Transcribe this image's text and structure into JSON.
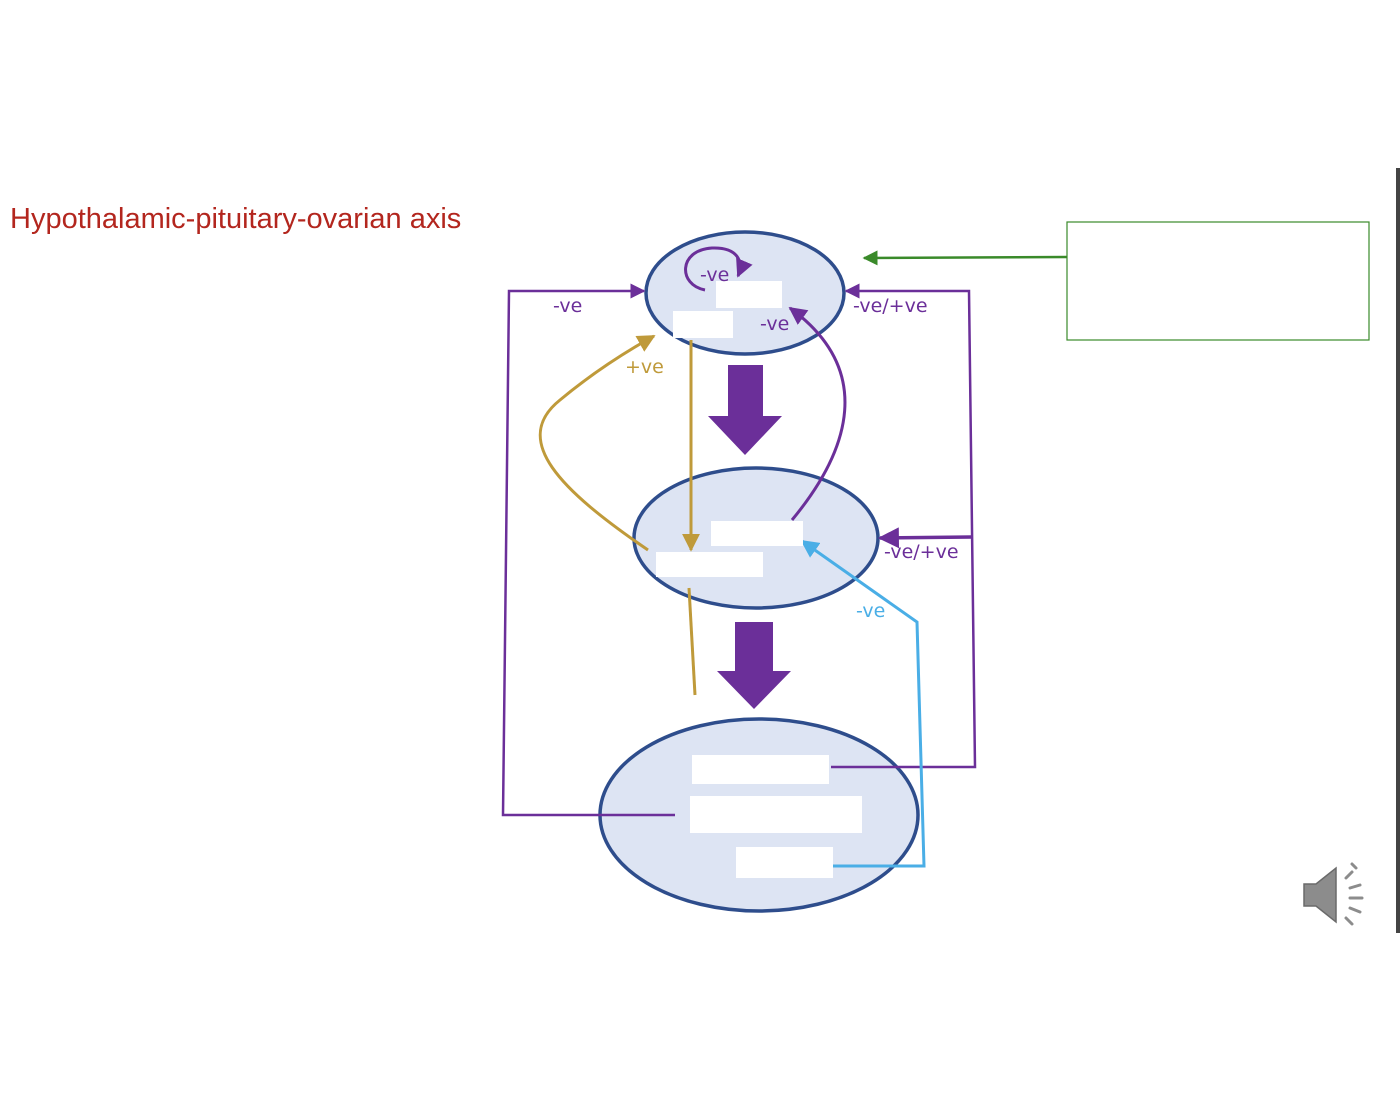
{
  "slide": {
    "title": "Hypothalamic-pituitary-ovarian axis"
  },
  "colors": {
    "title": "#b3261e",
    "ellipse_fill": "#dde4f3",
    "ellipse_stroke": "#2e4d8c",
    "purple": "#6b2f99",
    "gold": "#bf9a3a",
    "blue": "#4aaee6",
    "green": "#3a8a2a"
  },
  "labels": {
    "hypothalamus_self": "-ve",
    "left_feedback": "-ve",
    "right_feedback_top": "-ve/+ve",
    "pituitary_short_loop": "-ve",
    "gold_positive": "+ve",
    "right_feedback_middle": "-ve/+ve",
    "blue_feedback": "-ve"
  },
  "icons": {
    "audio": "speaker-icon"
  }
}
